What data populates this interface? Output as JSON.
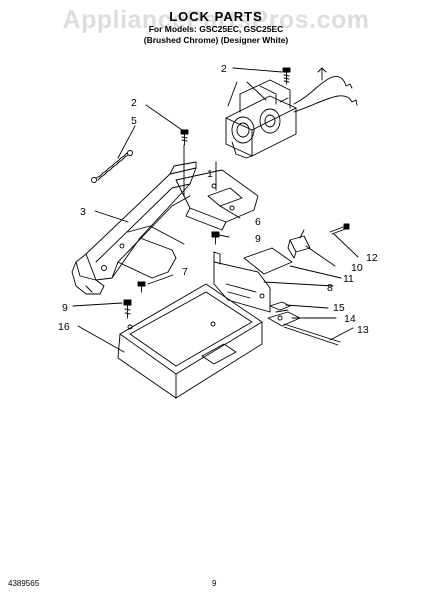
{
  "watermark": "AppliancePartsPros.com",
  "header": {
    "title": "LOCK PARTS",
    "model_line": "For Models: GSC25EC, GSC25EC",
    "finish_line": "(Brushed Chrome) (Designer White)"
  },
  "callouts": {
    "c2a": "2",
    "c2b": "2",
    "c5": "5",
    "c1": "1",
    "c3": "3",
    "c6": "6",
    "c9a": "9",
    "c12": "12",
    "c10": "10",
    "c11": "11",
    "c7": "7",
    "c8": "8",
    "c9b": "9",
    "c15": "15",
    "c16": "16",
    "c14": "14",
    "c13": "13"
  },
  "footer": {
    "doc_number": "4389565",
    "page_number": "9"
  }
}
